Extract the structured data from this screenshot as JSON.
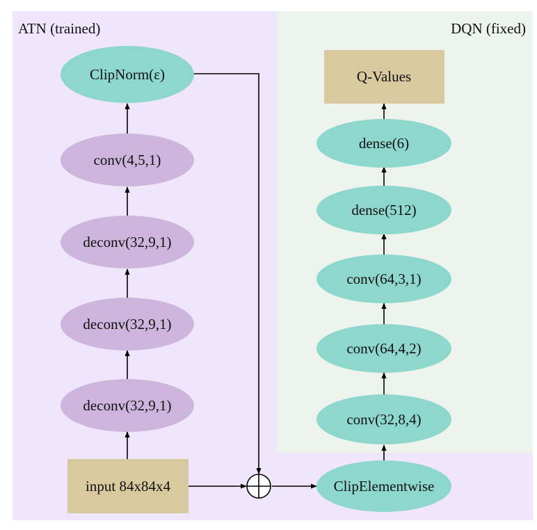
{
  "regions": {
    "atn": {
      "label": "ATN (trained)",
      "color": "#efe6fb"
    },
    "dqn": {
      "label": "DQN (fixed)",
      "color": "#edf4ee"
    }
  },
  "colors": {
    "purple_node": "#cdb5de",
    "teal_node": "#8dd7cd",
    "box_node": "#d8c99e",
    "edge": "#000000"
  },
  "nodes": {
    "input": "input 84x84x4",
    "atn_deconv_1": "deconv(32,9,1)",
    "atn_deconv_2": "deconv(32,9,1)",
    "atn_deconv_3": "deconv(32,9,1)",
    "atn_conv": "conv(4,5,1)",
    "clipnorm": "ClipNorm(ε)",
    "sum": "⊕",
    "clipelementwise": "ClipElementwise",
    "dqn_conv_1": "conv(32,8,4)",
    "dqn_conv_2": "conv(64,4,2)",
    "dqn_conv_3": "conv(64,3,1)",
    "dense_1": "dense(512)",
    "dense_2": "dense(6)",
    "qvalues": "Q-Values"
  }
}
